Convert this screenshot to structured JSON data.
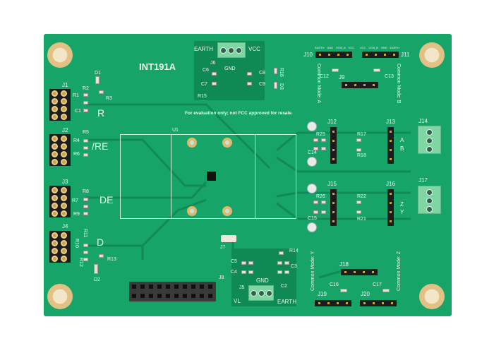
{
  "board": {
    "title": "INT191A",
    "notice": "For evaluation only; not FCC approved for resale.",
    "color": "#17a468"
  },
  "top_module": {
    "earth": "EARTH",
    "vcc": "VCC",
    "connector": "J6",
    "gnd": "GND",
    "c6": "C6",
    "c7": "C7",
    "c8": "C8",
    "c9": "C9",
    "r15": "R15",
    "r16": "R16",
    "d3": "D3"
  },
  "left": {
    "j1": "J1",
    "j2": "J2",
    "j3": "J3",
    "j4": "J4",
    "signals": [
      "R",
      "/RE",
      "DE",
      "D"
    ],
    "parts": [
      "D1",
      "R1",
      "R2",
      "R3",
      "C1",
      "R4",
      "R5",
      "R6",
      "R7",
      "R8",
      "R9",
      "R10",
      "R11",
      "R12",
      "R13",
      "D2"
    ]
  },
  "center": {
    "u1": "U1",
    "j7": "J7",
    "j8": "J8"
  },
  "bottom_module": {
    "connector": "J5",
    "vl": "VL",
    "earth": "EARTH",
    "gnd": "GND",
    "c2": "C2",
    "c3": "C3",
    "c4": "C4",
    "c5": "C5",
    "r14": "R14"
  },
  "right": {
    "j10": "J10",
    "j11": "J11",
    "j9": "J9",
    "c12": "C12",
    "c13": "C13",
    "j10_pins": [
      "EARTH",
      "GND",
      "VCM_A",
      "VCC"
    ],
    "j11_pins": [
      "VCC",
      "VCM_B",
      "GND",
      "EARTH"
    ],
    "cm_a": "Common Mode: A",
    "cm_b": "Common Mode: B",
    "j12": "J12",
    "j13": "J13",
    "j14": "J14",
    "r17": "R17",
    "r18": "R18",
    "r25": "R25",
    "c14": "C14",
    "a": "A",
    "b": "B",
    "j15": "J15",
    "j16": "J16",
    "j17": "J17",
    "r21": "R21",
    "r22": "R22",
    "r26": "R26",
    "c15": "C15",
    "z": "Z",
    "y": "Y",
    "j18": "J18",
    "j19": "J19",
    "j20": "J20",
    "c16": "C16",
    "c17": "C17",
    "cm_y": "Common Mode: Y",
    "cm_z": "Common Mode: Z"
  }
}
